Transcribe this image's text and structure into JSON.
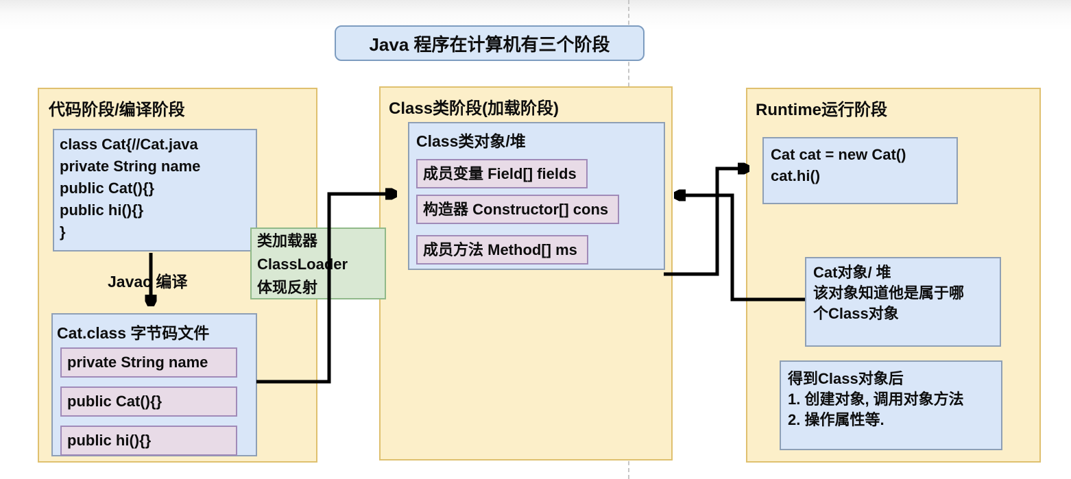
{
  "colors": {
    "panel_fill": "#fcefc9",
    "panel_border": "#dfc06e",
    "blue_fill": "#d9e6f8",
    "blue_border": "#8e9fb5",
    "title_box_border": "#7d9cc0",
    "pink_fill": "#e8dbe7",
    "pink_border": "#a08ab8",
    "green_fill": "#d9e8d3",
    "green_border": "#90b989",
    "arrow": "#000000"
  },
  "title": "Java 程序在计算机有三个阶段",
  "code_stage": {
    "title": "代码阶段/编译阶段",
    "source": {
      "lines": [
        "class Cat{//Cat.java",
        "private String name",
        "public Cat(){}",
        "public hi(){}",
        "}"
      ]
    },
    "javac_label": "Javac 编译",
    "bytecode": {
      "title": "Cat.class 字节码文件",
      "members": [
        "private String name",
        "public Cat(){}",
        "public hi(){}"
      ]
    }
  },
  "classloader_note": {
    "lines": [
      "类加载器",
      "ClassLoader",
      "体现反射"
    ]
  },
  "class_stage": {
    "title": "Class类阶段(加载阶段)",
    "heap": {
      "title": "Class类对象/堆",
      "members": [
        "成员变量 Field[] fields",
        "构造器 Constructor[] cons",
        "成员方法 Method[] ms"
      ]
    }
  },
  "runtime_stage": {
    "title": "Runtime运行阶段",
    "code": {
      "lines": [
        "Cat cat = new Cat()",
        "cat.hi()"
      ]
    },
    "cat_object": {
      "lines": [
        "Cat对象/ 堆",
        "该对象知道他是属于哪",
        "个Class对象"
      ]
    },
    "usage": {
      "lines": [
        "得到Class对象后",
        "1. 创建对象, 调用对象方法",
        "2. 操作属性等."
      ]
    }
  }
}
